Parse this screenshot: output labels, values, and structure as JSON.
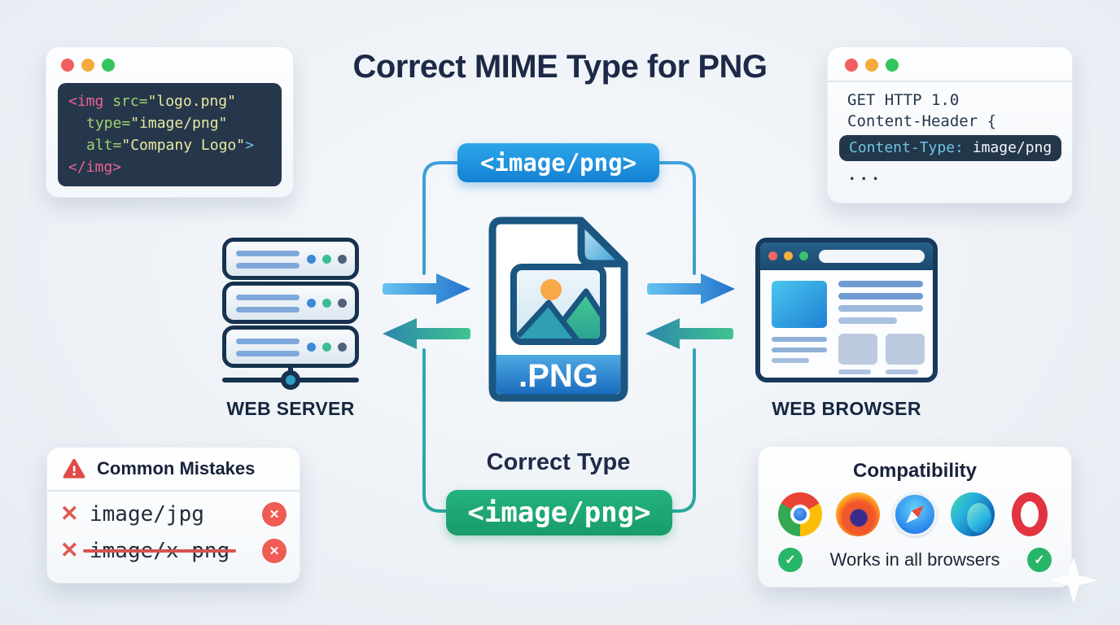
{
  "title": "Correct MIME Type for PNG",
  "code_window": {
    "tag_open": "<img",
    "attr_src": " src=",
    "str_src": "\"logo.png\"",
    "attr_type": "type=",
    "str_type": "\"image/png\"",
    "attr_alt": "alt=",
    "str_alt": "\"Company Logo\"",
    "bracket_close": ">",
    "tag_close": "</img>"
  },
  "http_window": {
    "request_line": "GET HTTP 1.0",
    "header_line": "Content-Header {",
    "content_type_key": "Content-Type:",
    "content_type_value": " image/png",
    "ellipsis": "..."
  },
  "flow": {
    "top_badge": "<image/png>",
    "caption": "Correct Type",
    "bottom_badge": "<image/png>",
    "file_type_label": ".PNG",
    "server_label": "WEB SERVER",
    "browser_label": "WEB BROWSER"
  },
  "mistakes": {
    "title": "Common Mistakes",
    "x_glyph": "✕",
    "items": [
      {
        "label": "image/jpg"
      },
      {
        "label": "image/x-png"
      }
    ]
  },
  "compatibility": {
    "title": "Compatibility",
    "caption": "Works in all browsers",
    "check_glyph": "✓",
    "browsers": [
      "chrome",
      "firefox",
      "safari",
      "edge",
      "opera"
    ]
  },
  "colors": {
    "accent_blue": "#1e88d8",
    "accent_green": "#1fa876",
    "accent_teal": "#2aa49e",
    "error_red": "#e2504a",
    "navy": "#16324f"
  }
}
